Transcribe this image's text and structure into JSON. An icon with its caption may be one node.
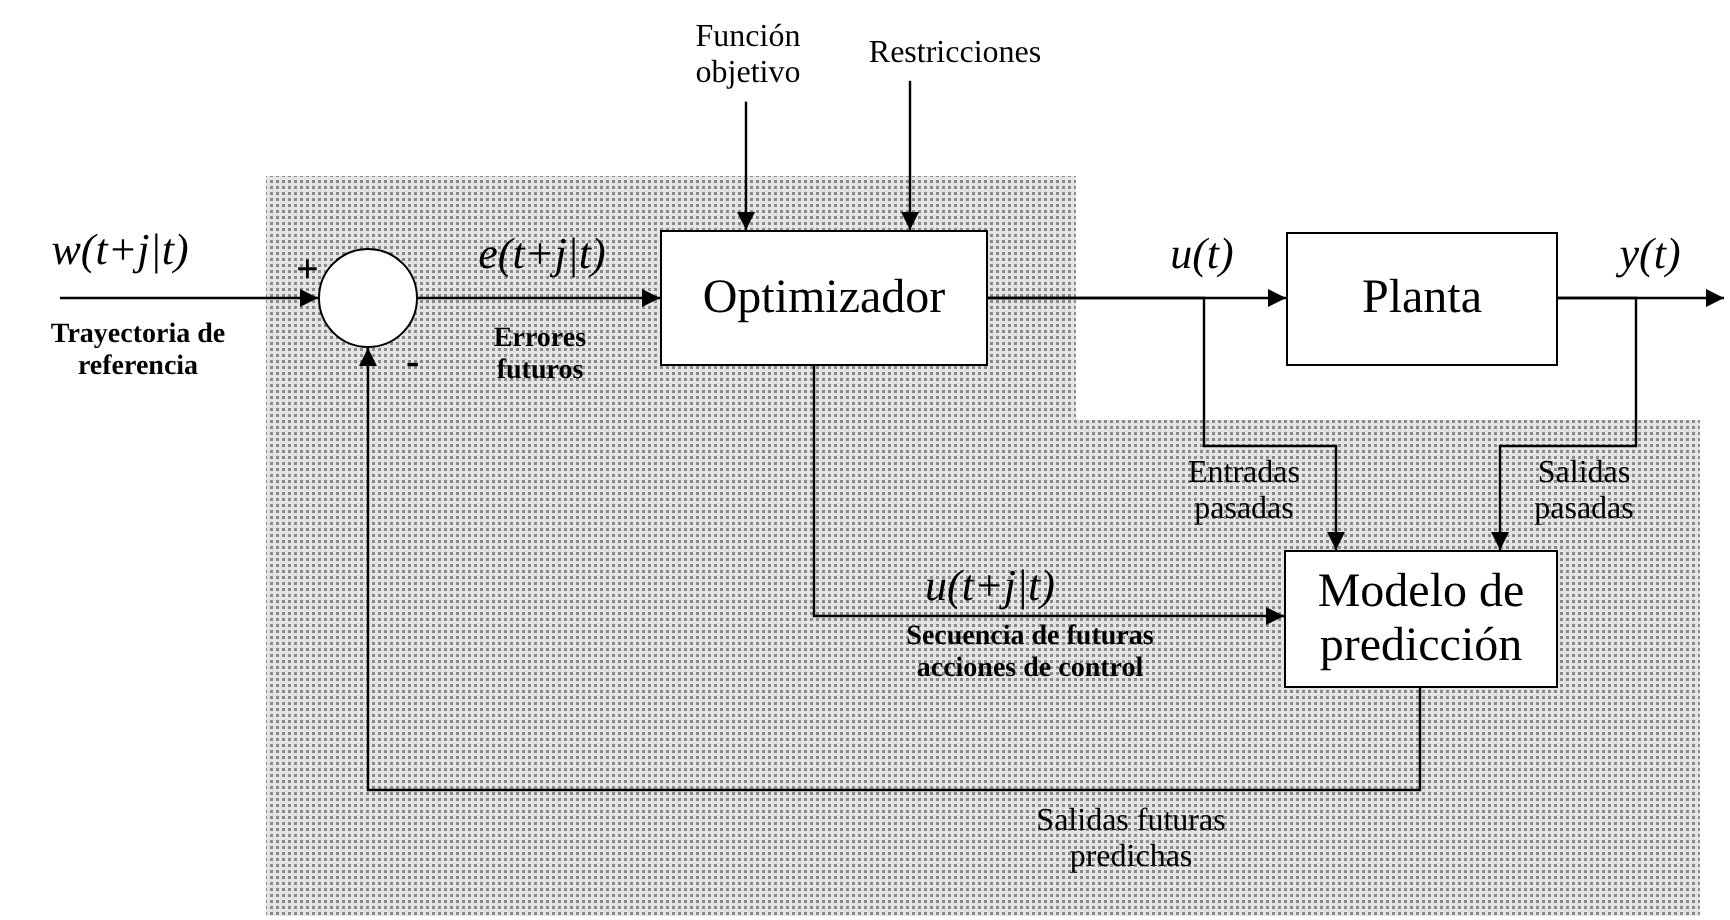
{
  "diagram": {
    "nodes": [
      {
        "text": [
          "Función objetivo"
        ]
      },
      {
        "text": [
          "Restricciones"
        ]
      },
      {
        "text": [],
        "shape": "circle",
        "beside": [
          "+",
          "-"
        ]
      },
      {
        "text": [
          "Optimizador"
        ]
      },
      {
        "text": [
          "Planta"
        ]
      },
      {
        "text": [
          "Modelo de predicción"
        ]
      }
    ],
    "edges": [
      {
        "from": null,
        "to": 2,
        "arrow": "to",
        "label": "w(t+j|t)"
      },
      {
        "from": 2,
        "to": 3,
        "arrow": "to",
        "label": "e(t+j|t)"
      },
      {
        "from": 0,
        "to": 3,
        "arrow": "to"
      },
      {
        "from": 1,
        "to": 3,
        "arrow": "to"
      },
      {
        "from": 3,
        "to": 4,
        "arrow": "to",
        "label": "u(t)"
      },
      {
        "from": 4,
        "to": null,
        "arrow": "to",
        "label": "y(t)"
      },
      {
        "from": 3,
        "to": 5,
        "arrow": "to",
        "label": "u(t+j|t)"
      },
      {
        "from": 3,
        "to": 5,
        "arrow": "to",
        "label": "Entradas pasadas"
      },
      {
        "from": 4,
        "to": 5,
        "arrow": "to",
        "label": "Salidas pasadas"
      },
      {
        "from": 5,
        "to": 2,
        "arrow": "to",
        "label": "Salidas futuras predichas"
      }
    ],
    "labels": [
      "Trayectoria de referencia",
      "Errores futuros",
      "Secuencia de futuras acciones de control"
    ]
  }
}
